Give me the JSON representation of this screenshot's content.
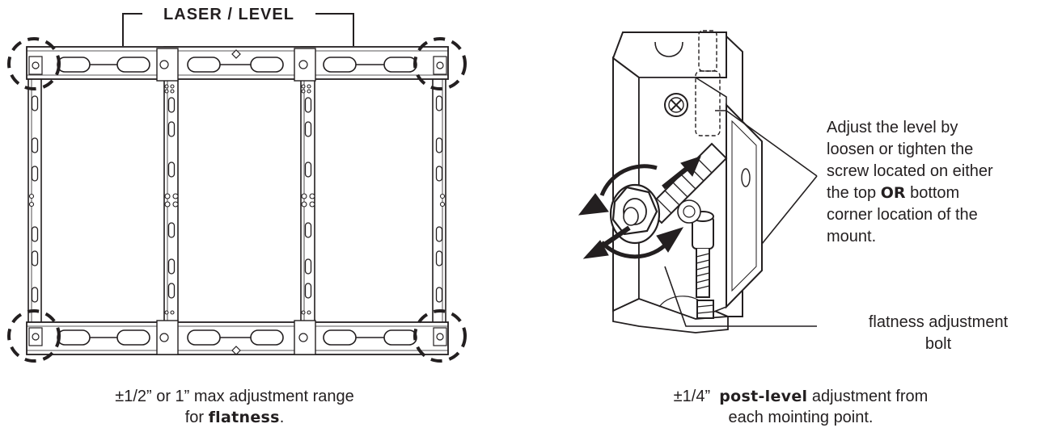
{
  "figure": {
    "laser_label": "LASER / LEVEL",
    "callout": {
      "line1": "Adjust the level by",
      "line2": "loosen or tighten the",
      "line3": "screw located on either",
      "line4_pre": "the top ",
      "line4_bold": "OR",
      "line4_post": " bottom",
      "line5": "corner location of the",
      "line6": "mount."
    },
    "bolt_label": {
      "line1": "flatness adjustment",
      "line2": "bolt"
    },
    "caption_left": {
      "line1": "±1/2” or 1” max adjustment range",
      "line2_pre": "for ",
      "line2_bold": "flatness",
      "line2_post": "."
    },
    "caption_right": {
      "line1_pre": "±1/4”  ",
      "line1_bold": "post-level",
      "line1_post": " adjustment from",
      "line2": "each mointing point."
    }
  }
}
